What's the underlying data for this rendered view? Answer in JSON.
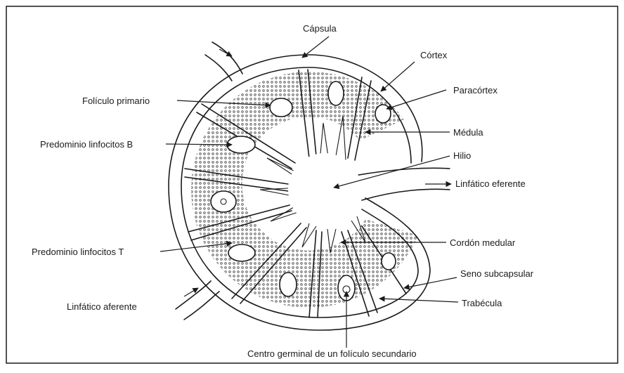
{
  "labels": {
    "capsula": "Cápsula",
    "cortex": "Córtex",
    "foliculo_primario": "Folículo primario",
    "paracortex": "Paracórtex",
    "predominio_b": "Predominio linfocitos B",
    "medula": "Médula",
    "hilio": "Hilio",
    "linfatico_eferente": "Linfático eferente",
    "predominio_t": "Predominio linfocitos T",
    "cordon_medular": "Cordón medular",
    "seno_subcapsular": "Seno subcapsular",
    "linfatico_aferente": "Linfático aferente",
    "trabecula": "Trabécula",
    "centro_germinal": "Centro germinal de un folículo secundario"
  },
  "colors": {
    "line": "#1a1a1a",
    "frame": "#1a1a1a",
    "stipple": "#5a5a5a"
  }
}
